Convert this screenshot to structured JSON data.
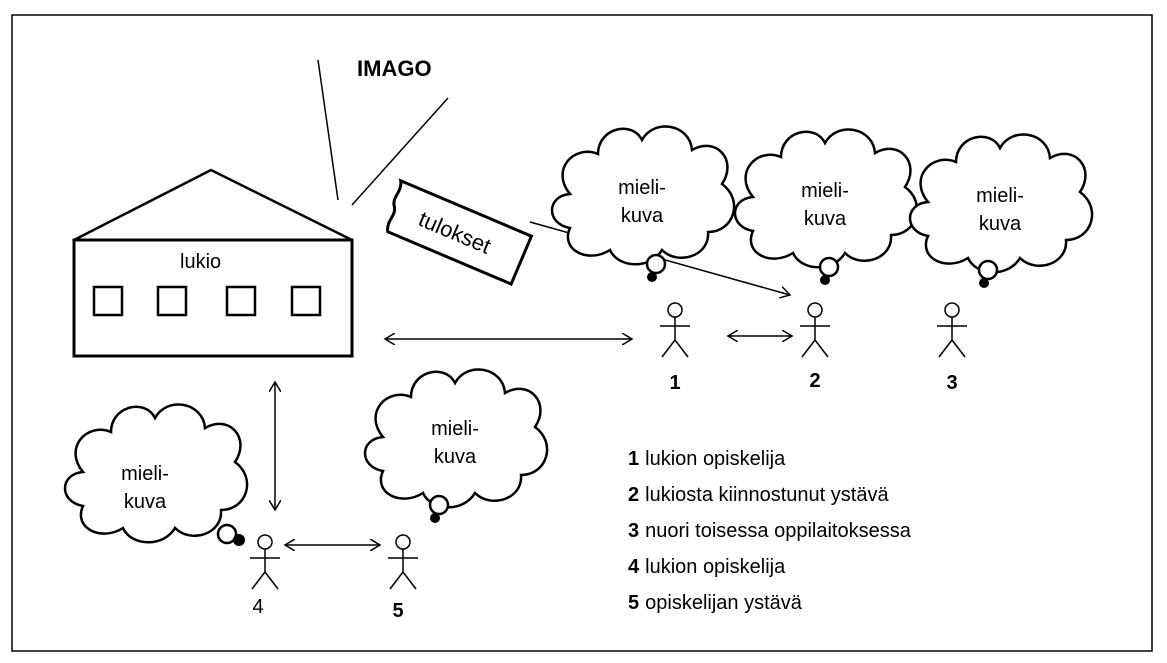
{
  "imago_label": "IMAGO",
  "school_label": "lukio",
  "results_label": "tulokset",
  "thought_line1": "mieli-",
  "thought_line2": "kuva",
  "persons": [
    "1",
    "2",
    "3",
    "4",
    "5"
  ],
  "legend": [
    {
      "num": "1",
      "text": "lukion opiskelija"
    },
    {
      "num": "2",
      "text": "lukiosta kiinnostunut ystävä"
    },
    {
      "num": "3",
      "text": "nuori toisessa oppilaitoksessa"
    },
    {
      "num": "4",
      "text": "lukion opiskelija"
    },
    {
      "num": "5",
      "text": "opiskelijan ystävä"
    }
  ]
}
